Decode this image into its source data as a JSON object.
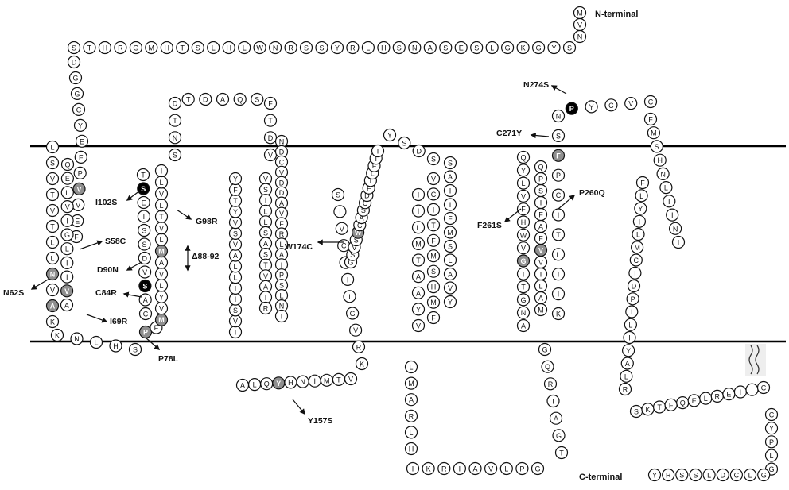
{
  "labels": {
    "n_terminal": "N-terminal",
    "c_terminal": "C-terminal"
  },
  "colors": {
    "wild": "#ffffff",
    "gray": "#8f8f8f",
    "black": "#000000"
  },
  "segments": [
    {
      "id": "nterm",
      "seq": "MVN"
    },
    {
      "id": "top-loop",
      "seq": "SYGKGLSESANSHLRYSSRNWLHLSTHMGRHTS"
    },
    {
      "id": "tm1-desc",
      "seq": "DGGCYEFPVVEF"
    },
    {
      "id": "tm1-inner-a",
      "seq": "QELVIGLIIVA"
    },
    {
      "id": "tm1-inner-b",
      "seq": "LSVTVTLLNVAK"
    },
    {
      "id": "loop-ic1",
      "seq": "KNLHS"
    },
    {
      "id": "tm2-asc",
      "seq": "PFMVYLVAMLVTLVLI"
    },
    {
      "id": "tm2-b",
      "seq": "CASVDSSIEST"
    },
    {
      "id": "ec2",
      "seq": "SNTDTDAQSFTDV"
    },
    {
      "id": "tm3-desc",
      "seq": "NDCVDDAVFRLAIPSLNT"
    },
    {
      "id": "tm3-mid",
      "seq": "VSILLSASTVAIR"
    },
    {
      "id": "tm3-asc",
      "seq": "IVSIILLAVSVYTFY"
    },
    {
      "id": "ic2",
      "seq": "ALQYHNIMTV"
    },
    {
      "id": "tm4",
      "seq": "KRVGIIYCVIS"
    },
    {
      "id": "tm4b",
      "seq": "GSVSWCASCDFTLFII"
    },
    {
      "id": "ec3",
      "seq": "YSDS"
    },
    {
      "id": "tm5",
      "seq": "SAIIFMSLAVY"
    },
    {
      "id": "tm5b",
      "seq": "VCITFMSHMF"
    },
    {
      "id": "tm5c",
      "seq": "IILMTAAYV"
    },
    {
      "id": "ic3",
      "seq": "LMARLH"
    },
    {
      "id": "ic3-bottom",
      "seq": "IKRIAVLPG"
    },
    {
      "id": "ic3-up",
      "seq": "TGAIRQG"
    },
    {
      "id": "tm6",
      "seq": "ANGTIGVWHFVLYQ"
    },
    {
      "id": "tm6b",
      "seq": "MALTVVFAFISPQ"
    },
    {
      "id": "tm6c",
      "seq": "KIILTICPFSNPYCVC"
    },
    {
      "id": "tm7",
      "seq": "FMSHNLIINI"
    },
    {
      "id": "tm7b",
      "seq": "FLYILMCIDPILIYALR"
    },
    {
      "id": "helix8",
      "seq": "SKTFQELREIIC"
    },
    {
      "id": "cterm",
      "seq": "CYPLGGLCDLSSRY"
    }
  ],
  "mutations": [
    {
      "label": "N62S",
      "res": "N"
    },
    {
      "label": "S58C",
      "res": "S"
    },
    {
      "label": "I69R",
      "res": "I"
    },
    {
      "label": "C84R",
      "res": "C"
    },
    {
      "label": "P78L",
      "res": "P"
    },
    {
      "label": "D90N",
      "res": "D"
    },
    {
      "label": "Δ88-92",
      "res": ""
    },
    {
      "label": "I102S",
      "res": "I"
    },
    {
      "label": "G98R",
      "res": "G"
    },
    {
      "label": "Y157S",
      "res": "Y"
    },
    {
      "label": "W174C",
      "res": "W"
    },
    {
      "label": "F261S",
      "res": "F"
    },
    {
      "label": "P260Q",
      "res": "P"
    },
    {
      "label": "C271Y",
      "res": "C"
    },
    {
      "label": "N274S",
      "res": "N"
    }
  ]
}
